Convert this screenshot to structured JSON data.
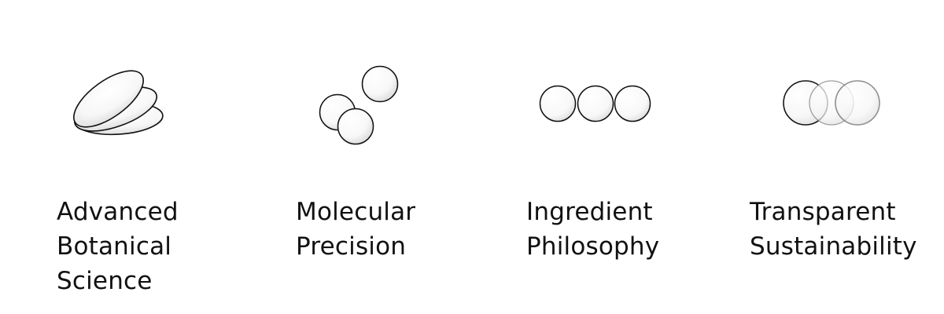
{
  "features": [
    {
      "icon": "layered-petals-icon",
      "title_lines": [
        "Advanced",
        "Botanical",
        "Science"
      ]
    },
    {
      "icon": "molecule-spheres-icon",
      "title_lines": [
        "Molecular",
        "Precision"
      ]
    },
    {
      "icon": "three-circles-row-icon",
      "title_lines": [
        "Ingredient",
        "Philosophy"
      ]
    },
    {
      "icon": "overlapping-circles-icon",
      "title_lines": [
        "Transparent",
        "Sustainability"
      ]
    }
  ]
}
